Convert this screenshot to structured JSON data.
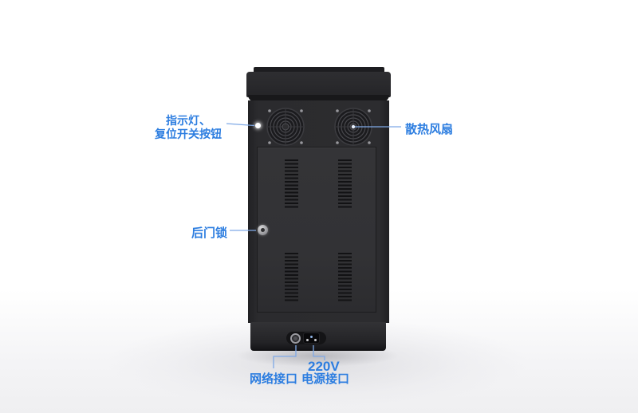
{
  "colors": {
    "accent_text": "#2c7de0",
    "leader_line": "#7fa9e6",
    "device_body": "#2b2b2e",
    "background": "#ffffff"
  },
  "annotations": {
    "indicator": {
      "line1": "指示灯、",
      "line2": "复位开关按钮"
    },
    "cooling_fan": {
      "label": "散热风扇"
    },
    "rear_door_lock": {
      "label": "后门锁"
    },
    "network_port": {
      "label": "网络接口"
    },
    "power_port": {
      "voltage": "220V",
      "label": "电源接口"
    }
  }
}
